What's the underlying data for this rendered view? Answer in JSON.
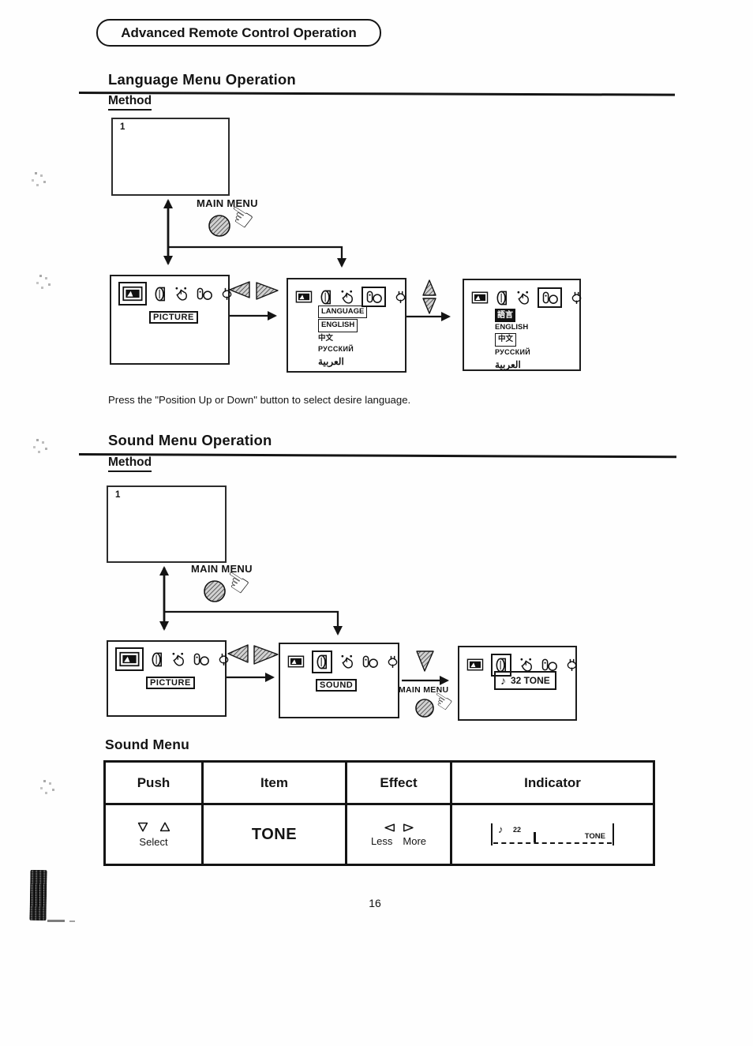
{
  "title": "Advanced Remote Control Operation",
  "page_number": "16",
  "language_section": {
    "heading": "Language Menu Operation",
    "method_label": "Method",
    "screen_number": "1",
    "main_menu_label": "MAIN MENU",
    "screen1": {
      "label": "PICTURE"
    },
    "screen2": {
      "title": "LANGUAGE",
      "items": [
        "ENGLISH",
        "中文",
        "РУССКИЙ",
        "العربية"
      ]
    },
    "screen3": {
      "title": "語言",
      "items": [
        "ENGLISH",
        "中文",
        "РУССКИЙ",
        "العربية"
      ]
    },
    "note": "Press the \"Position Up or Down\" button to select desire language."
  },
  "sound_section": {
    "heading": "Sound Menu Operation",
    "method_label": "Method",
    "screen_number": "1",
    "main_menu_label": "MAIN MENU",
    "main_menu_label_small": "MAIN MENU",
    "screen1": {
      "label": "PICTURE"
    },
    "screen2": {
      "label": "SOUND"
    },
    "screen3": {
      "note_glyph": "♪",
      "value": "32 TONE"
    }
  },
  "sound_menu_table": {
    "heading": "Sound Menu",
    "columns": [
      "Push",
      "Item",
      "Effect",
      "Indicator"
    ],
    "row": {
      "push_label": "Select",
      "item": "TONE",
      "less_label": "Less",
      "more_label": "More",
      "indicator": {
        "note_glyph": "♪",
        "value": "22",
        "label": "TONE"
      }
    }
  },
  "icons": {
    "menu_bar": [
      "picture-icon",
      "sound-icon",
      "feature-icon",
      "language-icon",
      "setup-icon"
    ],
    "pointing_hand_glyph": "☜",
    "colors": {
      "ink": "#141414",
      "paper": "#fefefe"
    }
  }
}
